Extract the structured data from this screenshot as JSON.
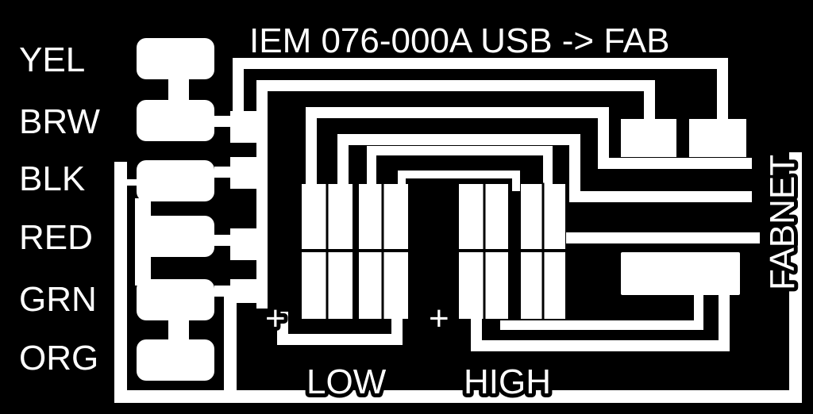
{
  "title": "IEM 076-000A  USB -> FAB",
  "connector_label": "FABNET",
  "wire_labels": [
    "YEL",
    "BRW",
    "BLK",
    "RED",
    "GRN",
    "ORG"
  ],
  "section_labels": {
    "low": "LOW",
    "high": "HIGH"
  },
  "polarity": {
    "low": "+",
    "high": "+"
  },
  "colors": {
    "background": "#000000",
    "copper": "#ffffff"
  }
}
